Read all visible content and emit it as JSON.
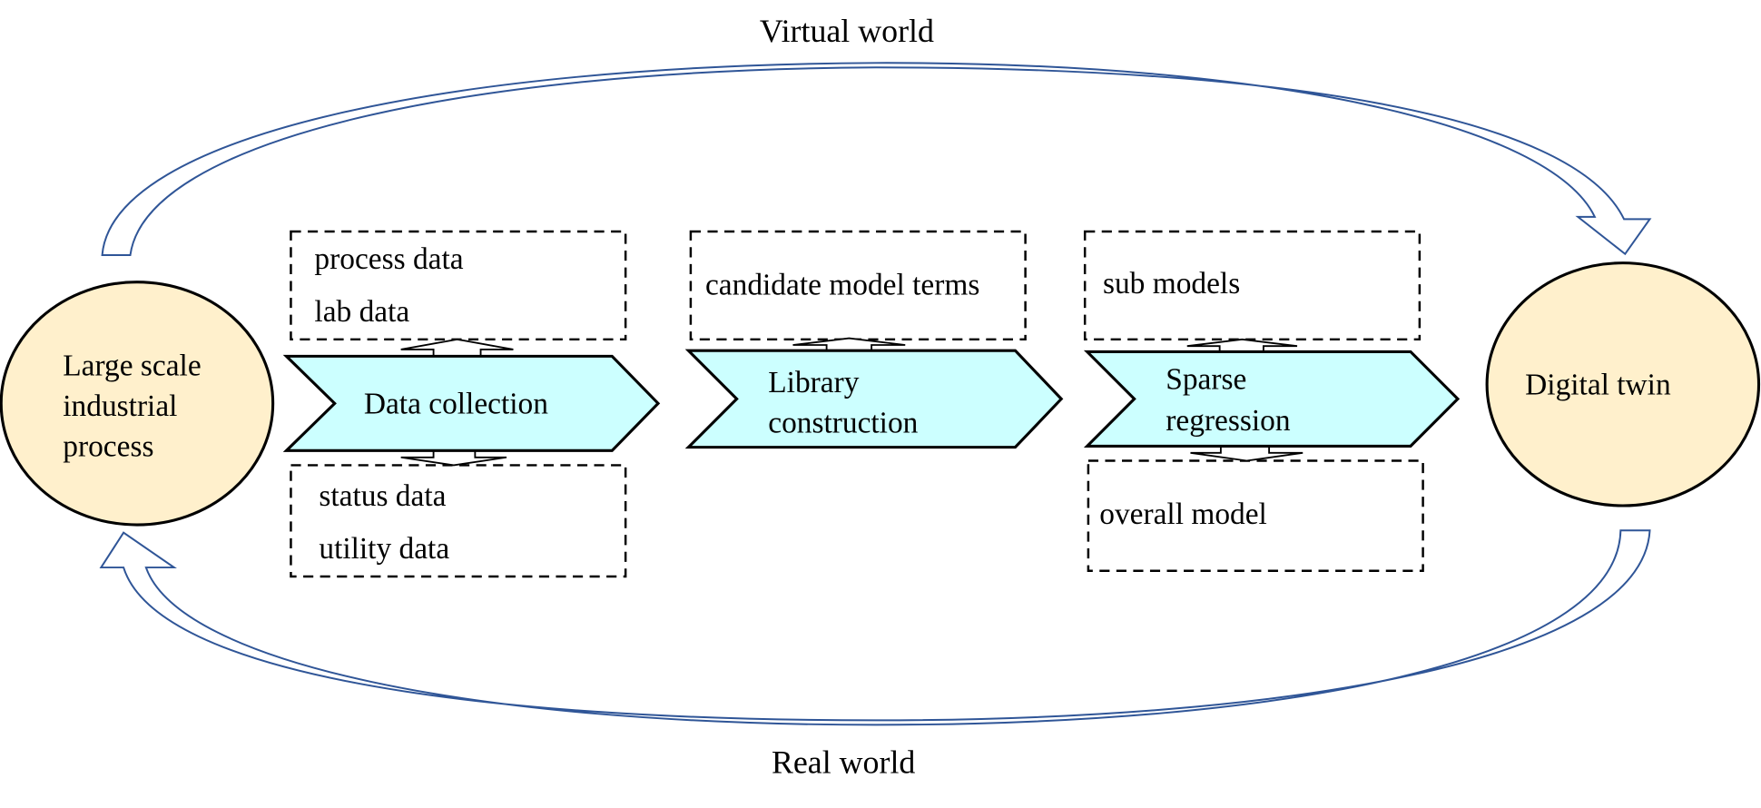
{
  "colors": {
    "ellipse_fill": "#FFF0CC",
    "chevron_fill": "#CCFFFF",
    "loop_arrow_stroke": "#2F5597",
    "outline": "#000000"
  },
  "loop_labels": {
    "top": "Virtual world",
    "bottom": "Real world"
  },
  "nodes": {
    "source": {
      "lines": [
        "Large scale",
        "industrial",
        "process"
      ]
    },
    "target": {
      "lines": [
        "Digital twin"
      ]
    }
  },
  "steps": [
    {
      "lines": [
        "Data collection"
      ]
    },
    {
      "lines": [
        "Library",
        "construction"
      ]
    },
    {
      "lines": [
        "Sparse",
        "regression"
      ]
    }
  ],
  "boxes": {
    "data_top": [
      "process data",
      "lab data"
    ],
    "data_bottom": [
      "status data",
      "utility data"
    ],
    "library_top": [
      "candidate model terms"
    ],
    "sparse_top": [
      "sub models"
    ],
    "sparse_bottom": [
      "overall model"
    ]
  }
}
